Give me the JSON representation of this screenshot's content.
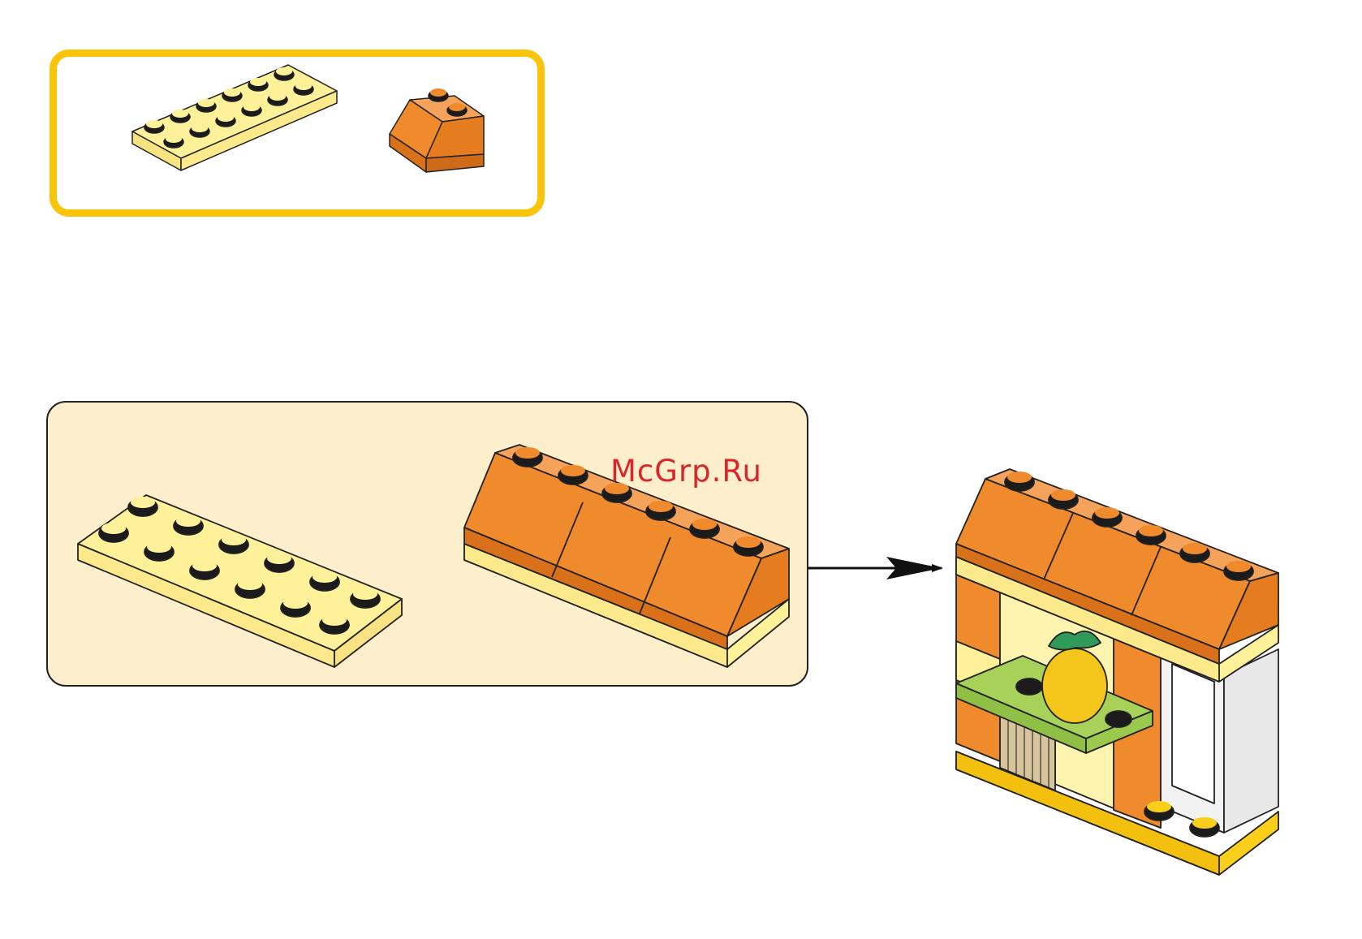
{
  "parts_list": {
    "items": [
      {
        "name": "plate-2x6",
        "color": "#fff19a",
        "quantity_shown": 1
      },
      {
        "name": "slope-2x2",
        "color": "#ef8a2d",
        "quantity_shown": 1
      }
    ],
    "border_color": "#f9c40a"
  },
  "substep": {
    "background": "#fdeecc",
    "items": [
      {
        "name": "plate-2x6",
        "color": "#fff19a"
      },
      {
        "name": "slope-row-on-plate",
        "color": "#ef8a2d",
        "slope_count": 3
      }
    ]
  },
  "watermark": {
    "text": "McGrp.Ru",
    "color": "#d9262a"
  },
  "assembly": {
    "colors": {
      "roof": "#ef8a2d",
      "brick": "#ef8a2d",
      "plate_light_yellow": "#fff19a",
      "plate_yellow": "#f9cf1c",
      "shelf_green": "#a8d15a",
      "fruit": "#f4c51a",
      "leaves": "#2f9a5a",
      "window_frame": "#f2f2f2",
      "grille": "#d8c49a"
    }
  }
}
